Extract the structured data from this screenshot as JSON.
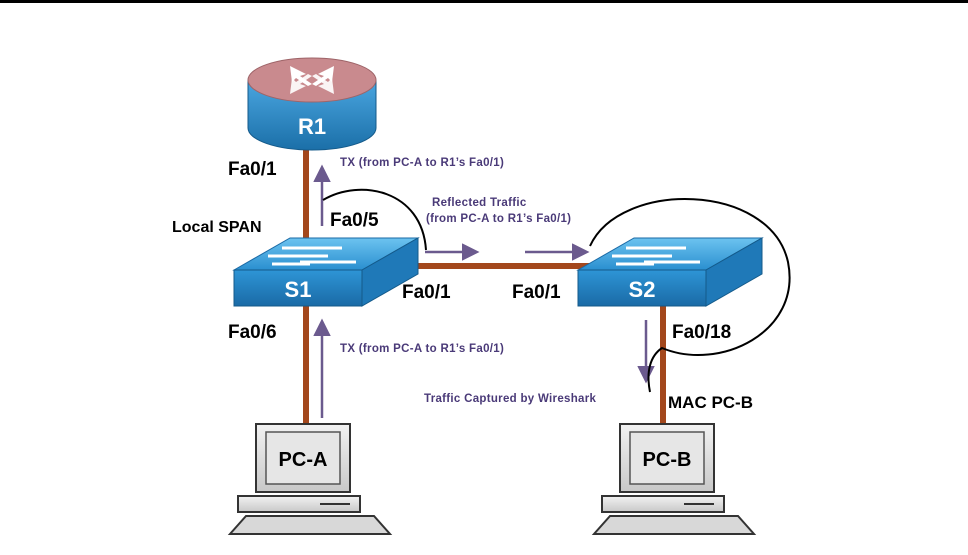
{
  "devices": {
    "router": {
      "name": "R1"
    },
    "switch1": {
      "name": "S1"
    },
    "switch2": {
      "name": "S2"
    },
    "pc_a": {
      "name": "PC-A"
    },
    "pc_b": {
      "name": "PC-B"
    }
  },
  "ports": {
    "r1_fa01": "Fa0/1",
    "s1_fa05": "Fa0/5",
    "s1_fa06": "Fa0/6",
    "s1_fa01": "Fa0/1",
    "s2_fa01": "Fa0/1",
    "s2_fa018": "Fa0/18"
  },
  "labels": {
    "local_span": "Local SPAN",
    "mac_pc_b": "MAC PC-B",
    "tx_top": "TX (from  PC-A to R1’s Fa0/1)",
    "tx_bottom": "TX (from  PC-A to R1’s Fa0/1)",
    "reflected_line1": "Reflected Traffic",
    "reflected_line2": "(from PC-A to R1’s Fa0/1)",
    "captured": "Traffic Captured  by  Wireshark"
  },
  "colors": {
    "link": "#a3471c",
    "arrow": "#6b5a8e",
    "device_blue": "#2a8fd0",
    "router_top": "#c98a8e"
  }
}
